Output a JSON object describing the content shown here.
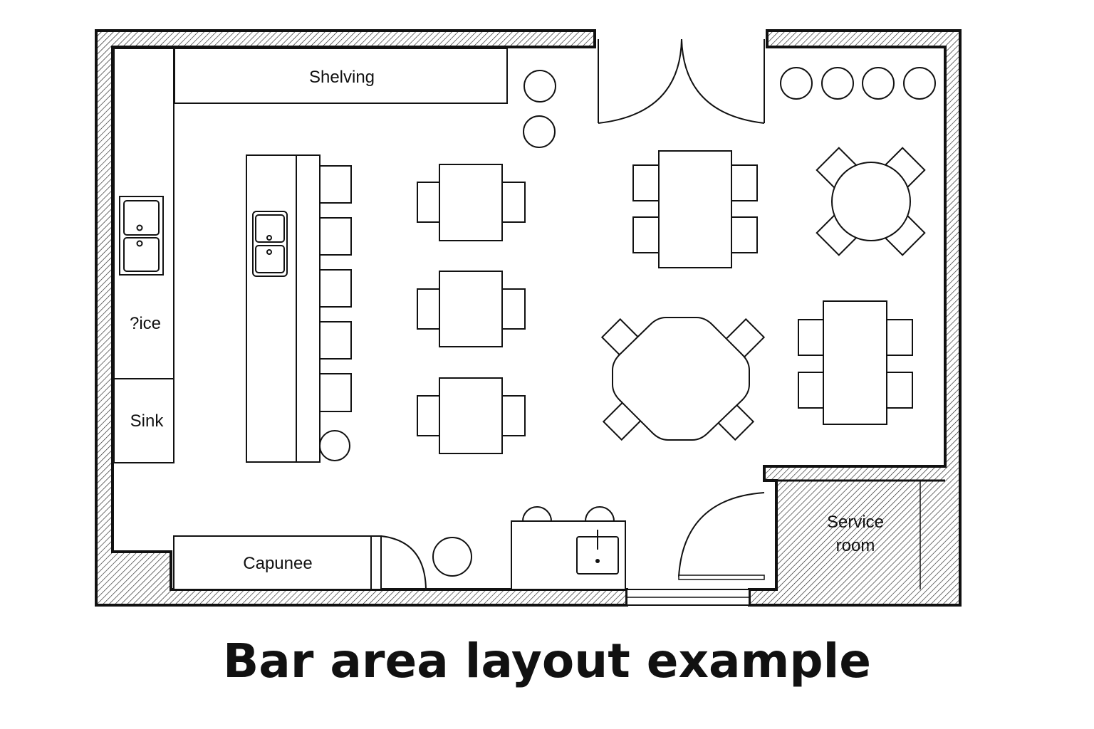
{
  "title": "Bar area layout example",
  "labels": {
    "shelving": "Shelving",
    "ice": "?ice",
    "sink": "Sink",
    "capunee": "Capunee",
    "service_line1": "Service",
    "service_line2": "room"
  }
}
